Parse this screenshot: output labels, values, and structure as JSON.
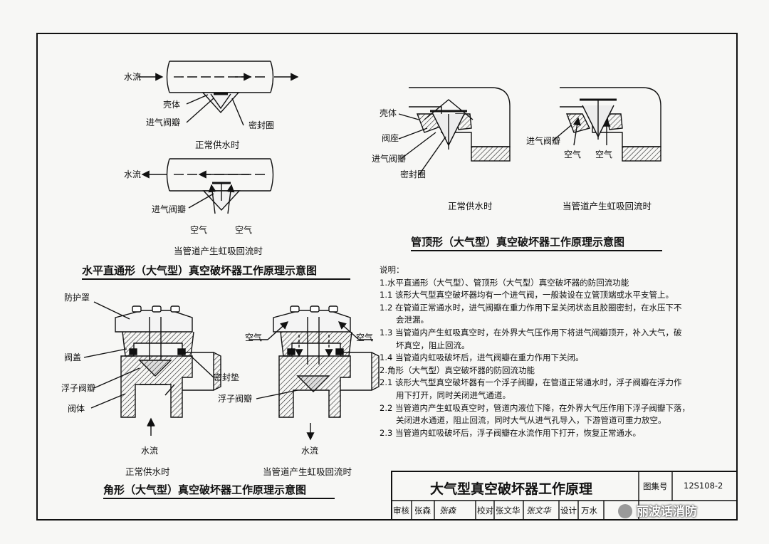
{
  "fig1": {
    "normal": {
      "label_flow": "水流",
      "label_body": "壳体",
      "label_valve": "进气阀瓣",
      "label_seal": "密封圈",
      "caption": "正常供水时"
    },
    "siphon": {
      "label_flow": "水流",
      "label_valve": "进气阀瓣",
      "label_air_left": "空气",
      "label_air_right": "空气",
      "caption": "当管道产生虹吸回流时"
    },
    "title": "水平直通形（大气型）真空破坏器工作原理示意图"
  },
  "fig2": {
    "normal": {
      "label_body": "壳体",
      "label_seat": "阀座",
      "label_valve": "进气阀瓣",
      "label_seal": "密封圈",
      "caption": "正常供水时"
    },
    "siphon": {
      "label_valve": "进气阀瓣",
      "label_air_left": "空气",
      "label_air_right": "空气",
      "caption": "当管道产生虹吸回流时"
    },
    "title": "管顶形（大气型）真空破坏器工作原理示意图"
  },
  "fig3": {
    "normal": {
      "label_cover": "防护罩",
      "label_bonnet": "阀盖",
      "label_float": "浮子阀瓣",
      "label_body": "阀体",
      "label_gasket": "密封垫",
      "label_flow": "水流",
      "caption": "正常供水时"
    },
    "siphon": {
      "label_air_left": "空气",
      "label_air_right": "空气",
      "label_float": "浮子阀瓣",
      "label_flow": "水流",
      "caption": "当管道产生虹吸回流时"
    },
    "title": "角形（大气型）真空破坏器工作原理示意图"
  },
  "notes": {
    "heading": "说明：",
    "lines": [
      "1.水平直通形（大气型）、管顶形（大气型）真空破坏器的防回流功能",
      "1.1 该形大气型真空破坏器均有一个进气阀，一般装设在立管顶端或水平支管上。",
      "1.2 在管道正常通水时，进气阀瓣在重力作用下呈关闭状态且胶圈密封，在水压下不",
      "会泄漏。",
      "1.3 当管道内产生虹吸真空时，在外界大气压作用下将进气阀瓣顶开，补入大气，破",
      "坏真空，阻止回流。",
      "1.4 当管道内虹吸破坏后，进气阀瓣在重力作用下关闭。",
      "2.角形（大气型）真空破坏器的防回流功能",
      "2.1 该形大气型真空破坏器有一个浮子阀瓣，在管道正常通水时，浮子阀瓣在浮力作",
      "用下打开，同时关闭进气通道。",
      "2.2 当管道内产生虹吸真空时，管道内液位下降，在外界大气压作用下浮子阀瓣下落，",
      "关闭进水通道，阻止回流，同时大气从进气孔导入，下游管道可重力放空。",
      "2.3 当管道内虹吸破坏后，浮子阀瓣在水流作用下打开，恢复正常通水。"
    ]
  },
  "title_block": {
    "title": "大气型真空破坏器工作原理",
    "atlas_label": "图集号",
    "atlas_no": "12S108-2",
    "row": [
      "审核",
      "张森",
      "张森",
      "校对",
      "张文华",
      "张文华",
      "设计",
      "万水"
    ]
  },
  "watermark": "丽波话消防"
}
